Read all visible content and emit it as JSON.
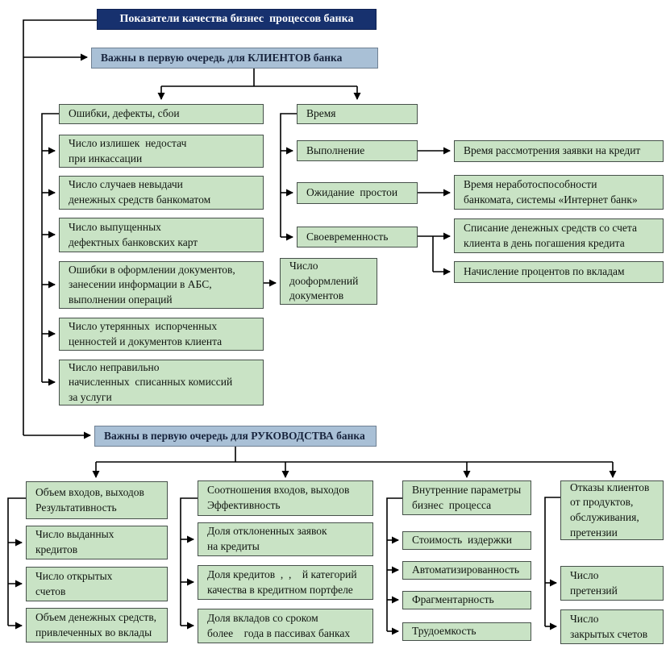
{
  "title": "Показатели качества бизнес  процессов банка",
  "clients": {
    "header": "Важны в первую очередь для КЛИЕНТОВ банка",
    "defects": {
      "root": "Ошибки, дефекты, сбои",
      "items": [
        "Число излишек  недостач\nпри инкассации",
        "Число случаев невыдачи\nденежных средств банкоматом",
        "Число выпущенных\nдефектных банковских карт",
        "Ошибки в оформлении документов,\nзанесении информации в АБС,\nвыполнении операций",
        "Число утерянных  испорченных\nценностей и документов клиента",
        "Число неправильно\nначисленных  списанных комиссий\nза услуги"
      ],
      "result": "Число\nдооформлений\nдокументов"
    },
    "time": {
      "root": "Время",
      "items": [
        "Выполнение",
        "Ожидание  простои",
        "Своевременность"
      ],
      "results": [
        "Время рассмотрения заявки на кредит",
        "Время неработоспособности\nбанкомата, системы «Интернет банк»",
        "Списание денежных средств со счета\nклиента в день погашения кредита",
        "Начисление процентов по вкладам"
      ]
    }
  },
  "management": {
    "header": "Важны в первую очередь для РУКОВОДСТВА банка",
    "columns": [
      {
        "header": "Объем входов, выходов\nРезультативность",
        "items": [
          "Число выданных\nкредитов",
          "Число открытых\nсчетов",
          "Объем денежных средств,\nпривлеченных во вклады"
        ]
      },
      {
        "header": "Соотношения входов, выходов\nЭффективность",
        "items": [
          "Доля отклоненных заявок\nна кредиты",
          "Доля кредитов  ,  ,    й категорий\nкачества в кредитном портфеле",
          "Доля вкладов со сроком\nболее    года в пассивах банках"
        ]
      },
      {
        "header": "Внутренние параметры\nбизнес  процесса",
        "items": [
          "Стоимость  издержки",
          "Автоматизированность",
          "Фрагментарность",
          "Трудоемкость"
        ]
      },
      {
        "header": "Отказы клиентов\nот продуктов,\nобслуживания,\nпретензии",
        "items": [
          "Число\nпретензий",
          "Число\nзакрытых счетов"
        ]
      }
    ]
  },
  "colors": {
    "navy": "#17316e",
    "light_blue": "#a9c0d6",
    "green": "#c9e3c5",
    "line": "#000000"
  }
}
